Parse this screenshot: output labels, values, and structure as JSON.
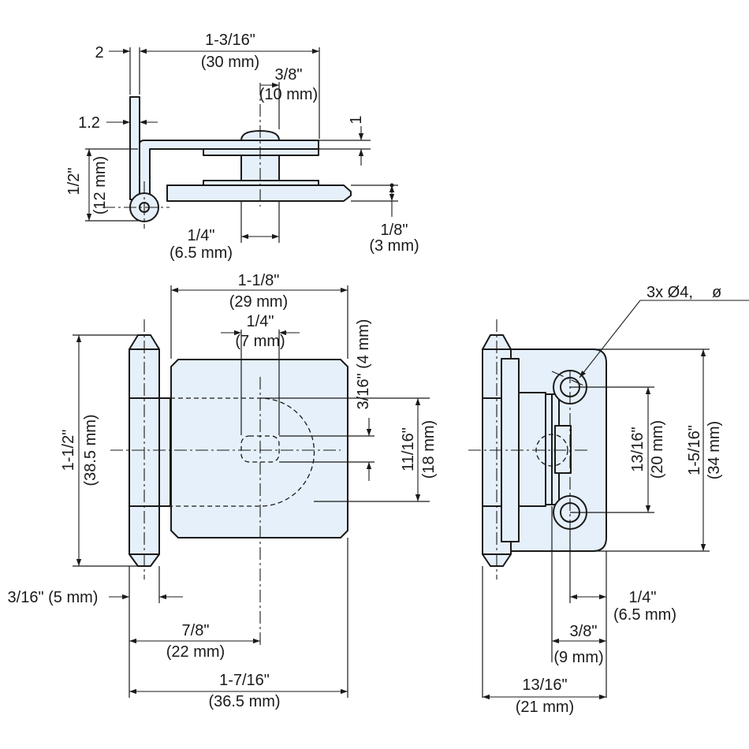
{
  "labels": {
    "side_top_width": "1-3/16\"",
    "side_top_width_mm": "(30 mm)",
    "side_offset": "2",
    "side_knob": "3/8\"",
    "side_knob_mm": "(10 mm)",
    "side_thickness": "1.2",
    "side_gap": "1",
    "side_height": "1/2\"",
    "side_height_mm": "(12 mm)",
    "side_boss": "1/4\"",
    "side_boss_mm": "(6.5 mm)",
    "side_plate": "1/8\"",
    "side_plate_mm": "(3 mm)",
    "front_width": "1-1/8\"",
    "front_width_mm": "(29 mm)",
    "front_slot": "1/4\"",
    "front_slot_mm": "(7 mm)",
    "front_top_offset": "3/16\" (4 mm)",
    "front_height": "1-1/2\"",
    "front_height_mm": "(38.5 mm)",
    "front_cutout": "11/16\"",
    "front_cutout_mm": "(18 mm)",
    "front_knuckle": "3/16\" (5 mm)",
    "front_center": "7/8\"",
    "front_center_mm": "(22 mm)",
    "front_total": "1-7/16\"",
    "front_total_mm": "(36.5 mm)",
    "back_holes": "3x Ø4,",
    "back_holes_alt": "ø",
    "back_hole_spacing": "13/16\"",
    "back_hole_spacing_mm": "(20 mm)",
    "back_height": "1-5/16\"",
    "back_height_mm": "(34 mm)",
    "back_hole_edge": "1/4\"",
    "back_hole_edge_mm": "(6.5 mm)",
    "back_plate": "3/8\"",
    "back_plate_mm": "(9 mm)",
    "back_total": "13/16\"",
    "back_total_mm": "(21 mm)"
  },
  "colors": {
    "part_fill": "#e6f0fa",
    "line": "#1a1a1a",
    "background": "#ffffff"
  }
}
